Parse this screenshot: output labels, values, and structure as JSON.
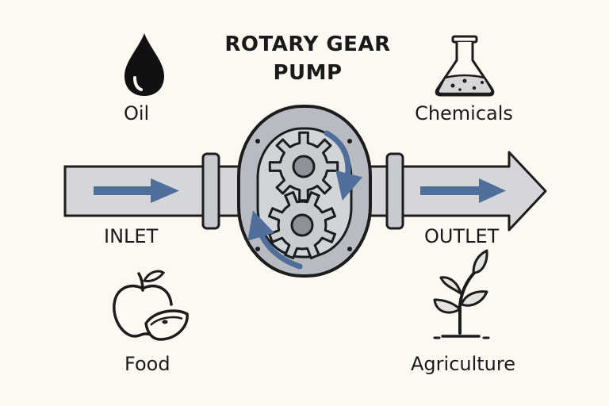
{
  "title_line1": "ROTARY GEAR",
  "title_line2": "PUMP",
  "labels": {
    "oil": "Oil",
    "chemicals": "Chemicals",
    "inlet": "INLET",
    "outlet": "OUTLET",
    "food": "Food",
    "agriculture": "Agriculture"
  },
  "icons": {
    "oil": "oil-drop-icon",
    "chemicals": "flask-icon",
    "food": "apple-icon",
    "agriculture": "plant-sprout-icon"
  },
  "colors": {
    "background": "#fbf9f1",
    "pipe": "#d4d6da",
    "pump_body": "#b8bcc2",
    "gear": "#c9ccd0",
    "flow_arrow": "#4f6f9a",
    "outline": "#1c1c1c"
  }
}
